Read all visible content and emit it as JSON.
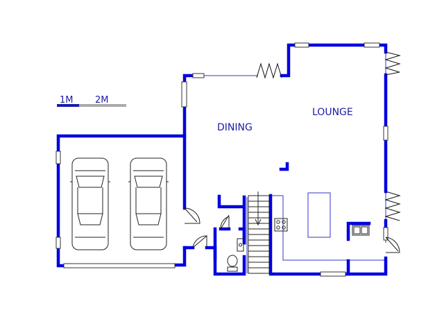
{
  "scale_bar": {
    "label_1": "1M",
    "label_2": "2M",
    "color_dark": "#1a1aa8",
    "color_light": "#aaaaaa"
  },
  "rooms": {
    "dining": "DINING",
    "lounge": "LOUNGE"
  },
  "colors": {
    "wall": "#0000e0",
    "label": "#1a1aa8"
  },
  "icons": [
    "car-icon",
    "car-icon",
    "toilet-icon",
    "stove-icon",
    "sink-icon",
    "staircase-icon"
  ]
}
